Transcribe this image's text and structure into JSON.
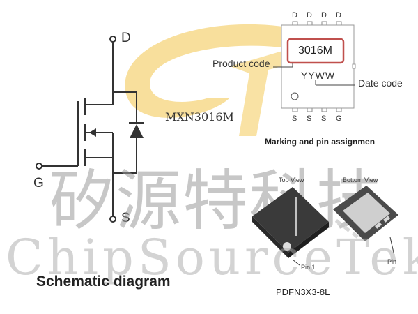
{
  "watermark": {
    "chinese": "矽源特科技",
    "english": "ChipSourceTek"
  },
  "schematic": {
    "terminal_drain": "D",
    "terminal_gate": "G",
    "terminal_source": "S",
    "part_number": "MXN3016M",
    "title": "Schematic diagram"
  },
  "marking": {
    "top_pins": [
      "D",
      "D",
      "D",
      "D"
    ],
    "bottom_pins": [
      "S",
      "S",
      "S",
      "G"
    ],
    "product_code_value": "3016M",
    "date_code_value": "YYWW",
    "product_code_label": "Product code",
    "date_code_label": "Date code",
    "title": "Marking and pin assignmen"
  },
  "package": {
    "top_view_label": "Top View",
    "bottom_view_label": "Bottom View",
    "pin1_label": "Pin 1",
    "pin_label": "Pin",
    "name": "PDFN3X3-8L"
  },
  "colors": {
    "logo": "#f3c54a",
    "code_box": "#c0504d",
    "package_body": "#3a3a3a"
  }
}
